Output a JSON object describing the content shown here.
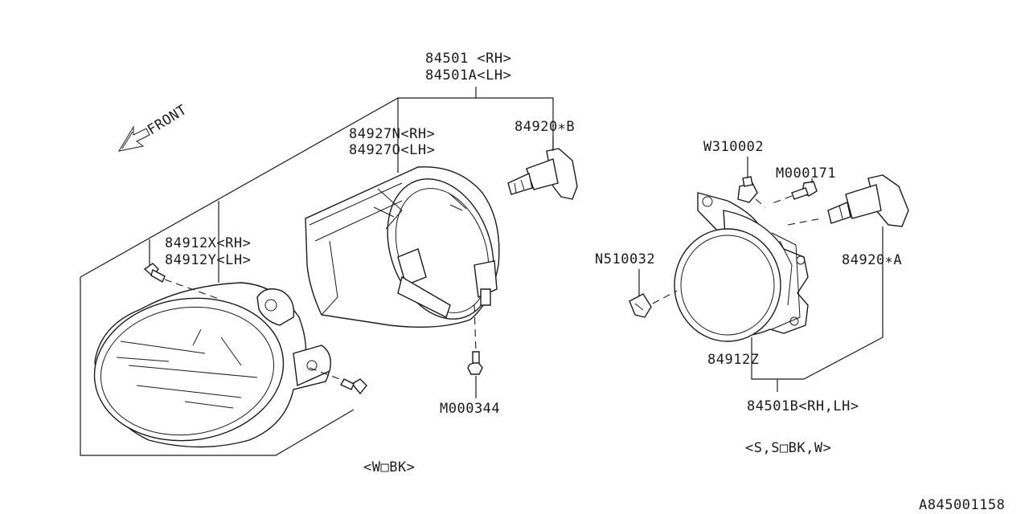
{
  "labels": {
    "assy_rh": "84501 <RH>",
    "assy_lh": "84501A<LH>",
    "bracket_rh": "84927N<RH>",
    "bracket_lh": "84927O<LH>",
    "bulb_b": "84920∗B",
    "lamp_rh": "84912X<RH>",
    "lamp_lh": "84912Y<LH>",
    "bolt_m000344": "M000344",
    "variant_left": "<W□BK>",
    "front": "FRONT",
    "clip_w310002": "W310002",
    "screw_m000171": "M000171",
    "clip_n510032": "N510032",
    "bulb_a": "84920∗A",
    "lamp_z": "84912Z",
    "assy_b": "84501B<RH,LH>",
    "variant_right": "<S,S□BK,W>",
    "diagram_id": "A845001158"
  }
}
